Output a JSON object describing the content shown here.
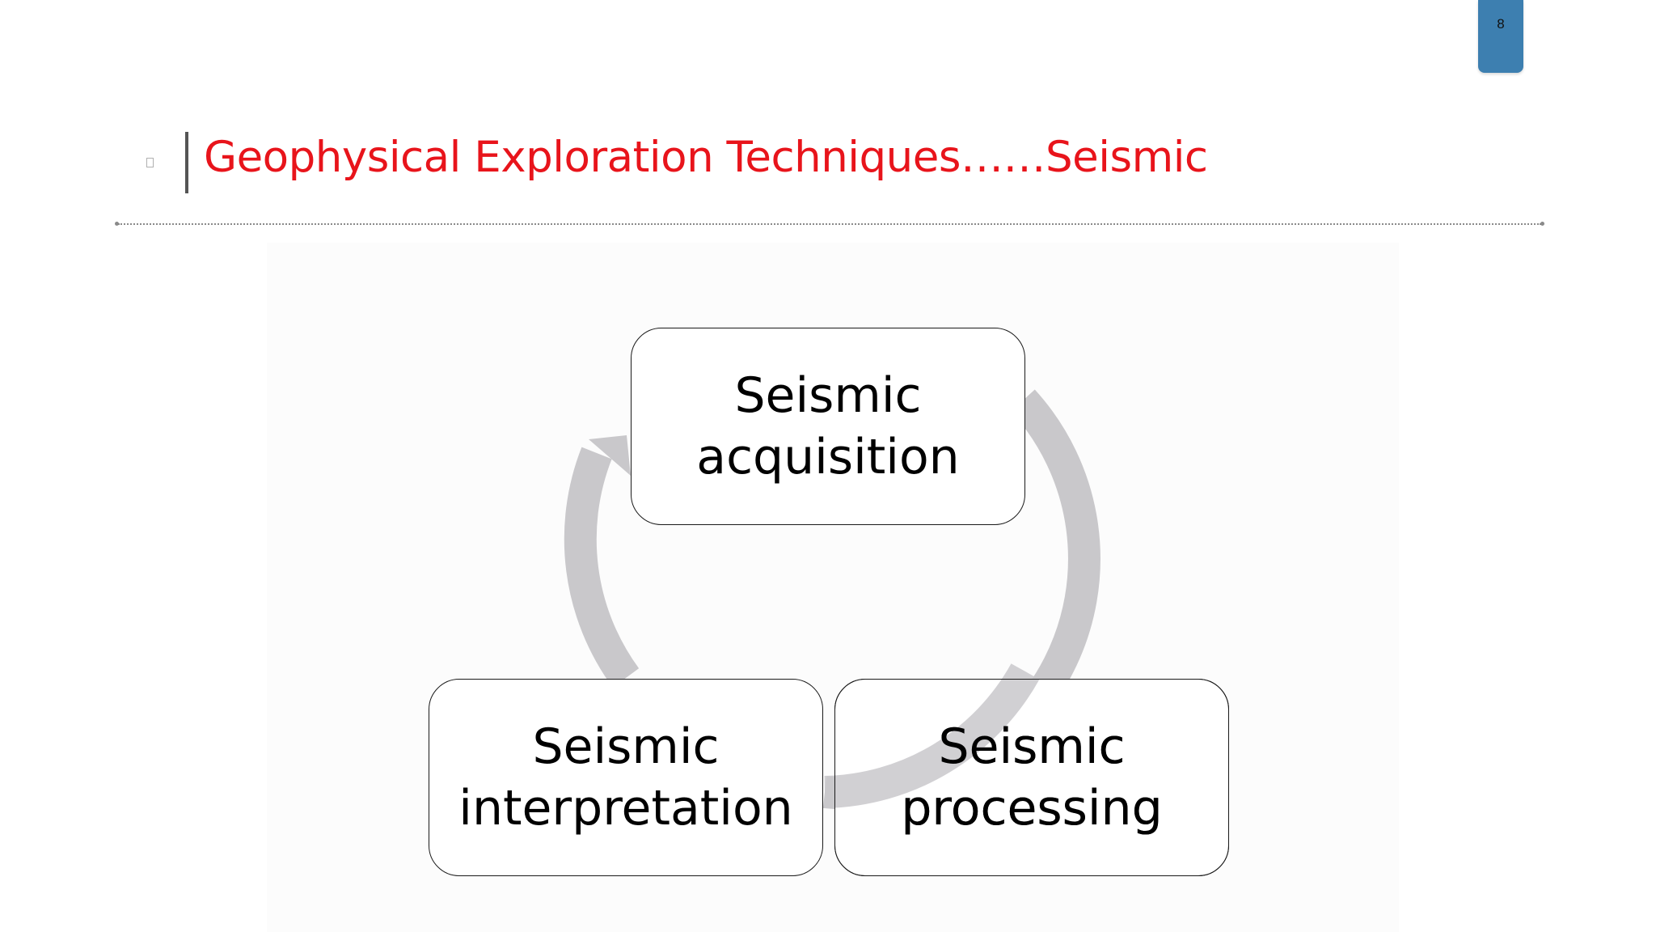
{
  "slide": {
    "page_number": "8",
    "title": "Geophysical Exploration Techniques……Seismic"
  },
  "diagram": {
    "nodes": [
      {
        "line1": "Seismic",
        "line2": "acquisition"
      },
      {
        "line1": "Seismic",
        "line2": "interpretation"
      },
      {
        "line1": "Seismic",
        "line2": "processing"
      }
    ]
  },
  "colors": {
    "title": "#e8141b",
    "page_tab": "#3d7fb0",
    "cycle_arrow": "#c9c8cb",
    "node_border": "#1a1a1a"
  }
}
